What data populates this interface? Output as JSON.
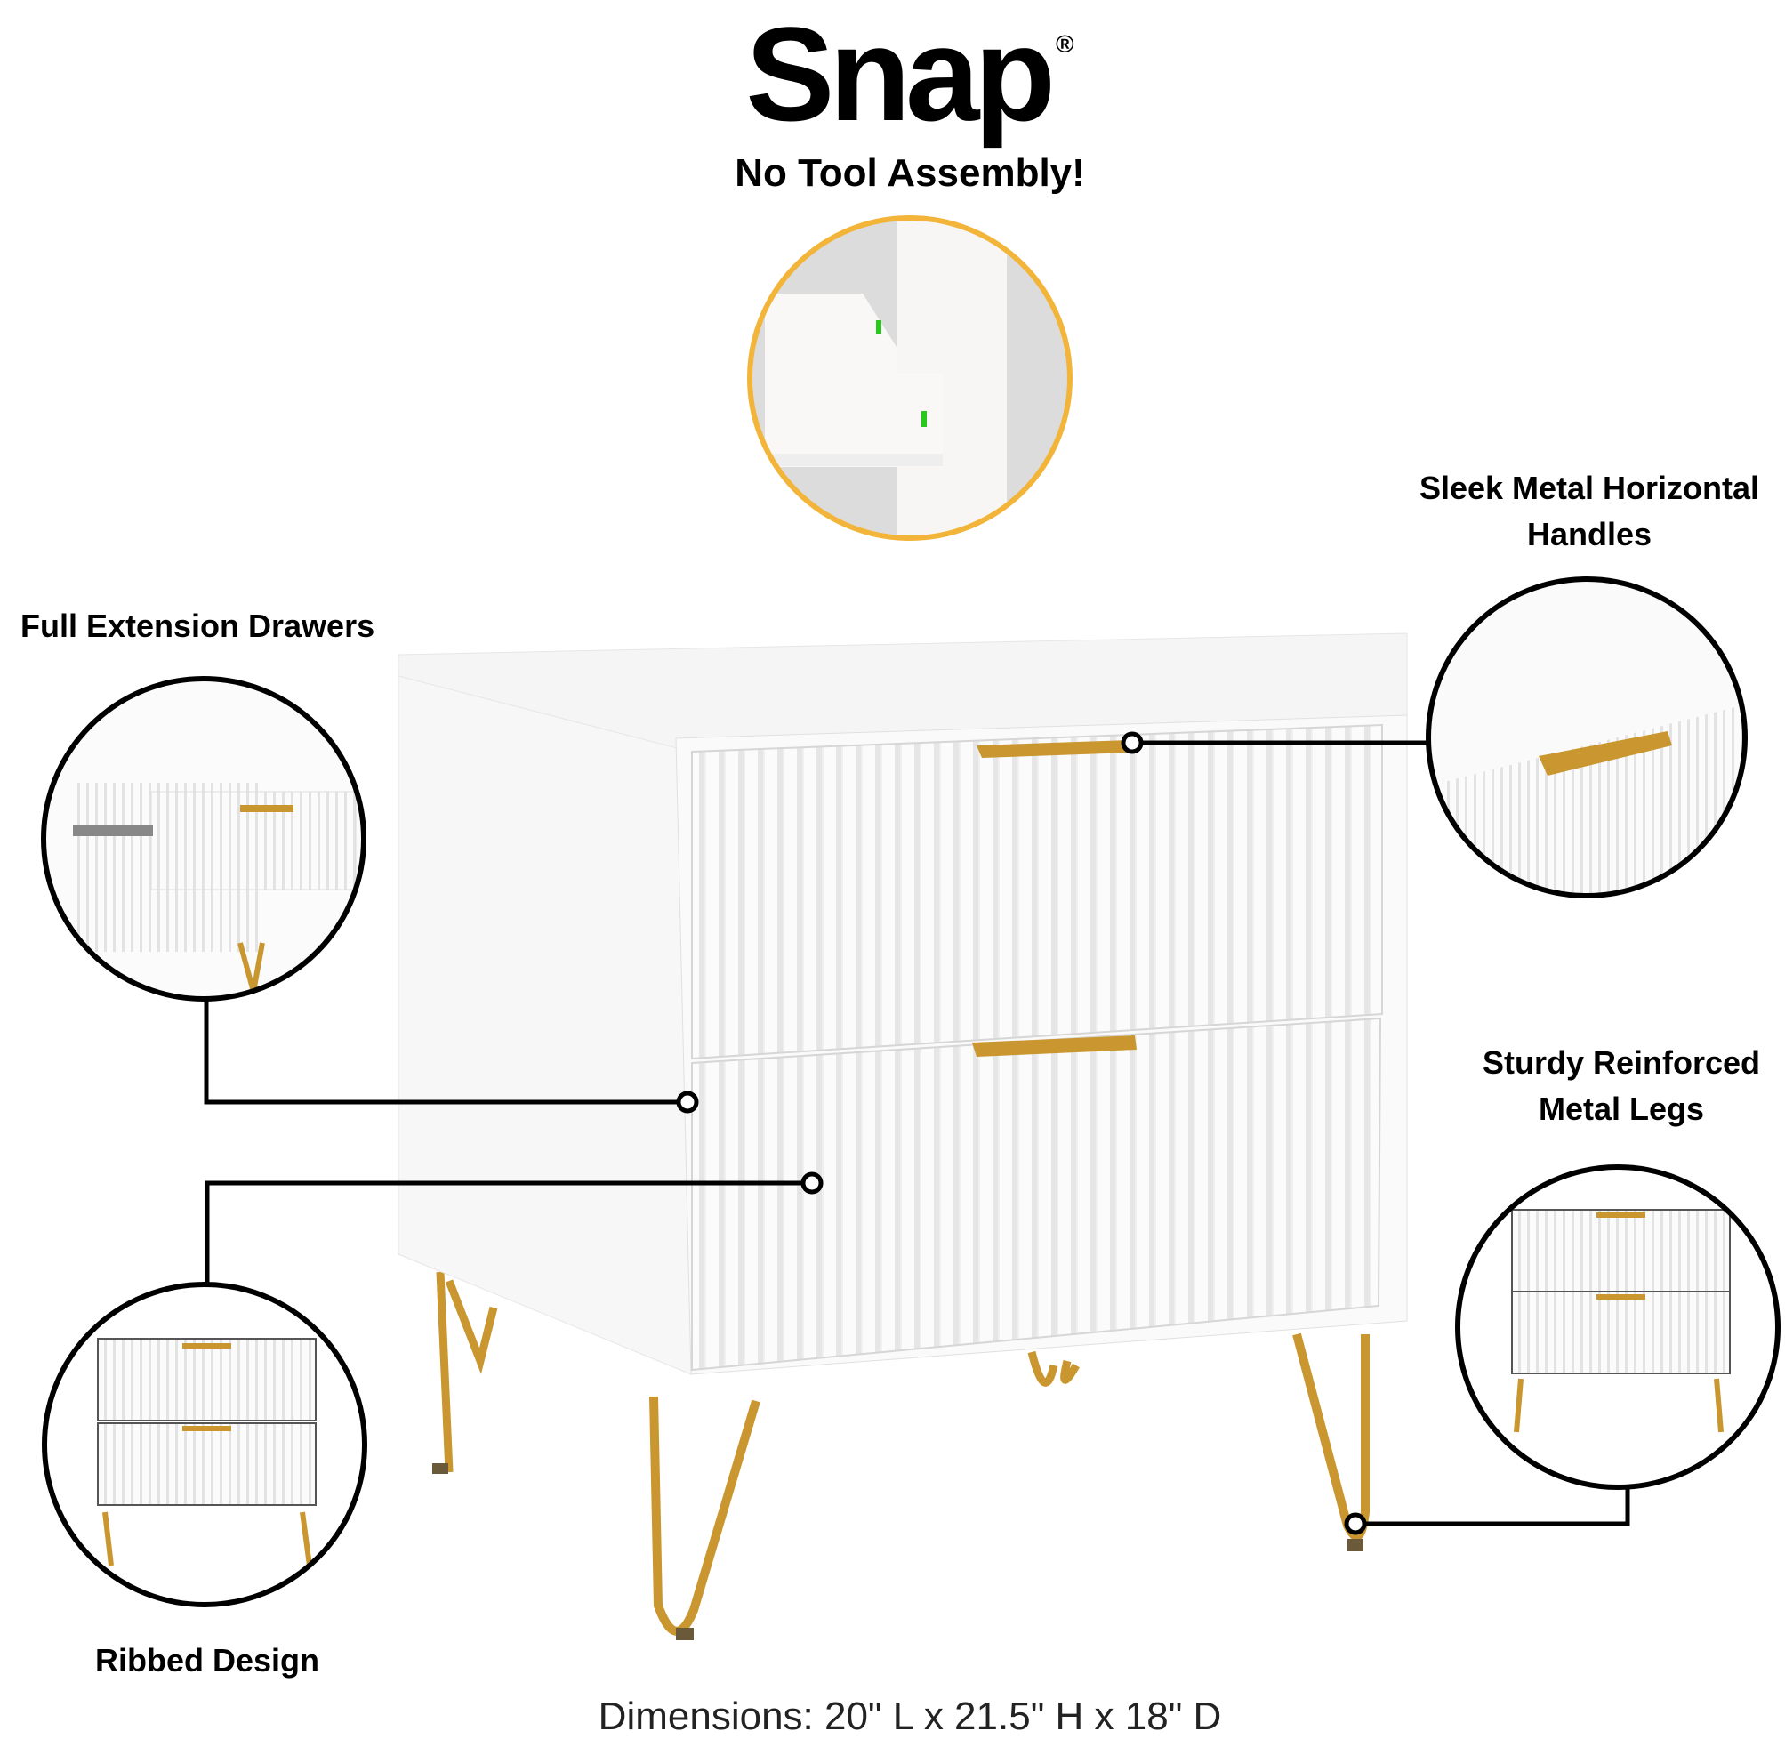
{
  "brand": {
    "name": "Snap",
    "mark": "®",
    "tagline": "No Tool Assembly!"
  },
  "callouts": {
    "handles": "Sleek Metal Horizontal Handles",
    "handles_line1": "Sleek Metal Horizontal",
    "handles_line2": "Handles",
    "drawers": "Full Extension Drawers",
    "ribbed": "Ribbed Design",
    "legs_line1": "Sturdy Reinforced",
    "legs_line2": "Metal Legs"
  },
  "dimensions": "Dimensions: 20\" L x 21.5\" H x 18\" D",
  "colors": {
    "accent_ring": "#F2B53A",
    "gold": "#C9962F",
    "ink": "#000000"
  }
}
